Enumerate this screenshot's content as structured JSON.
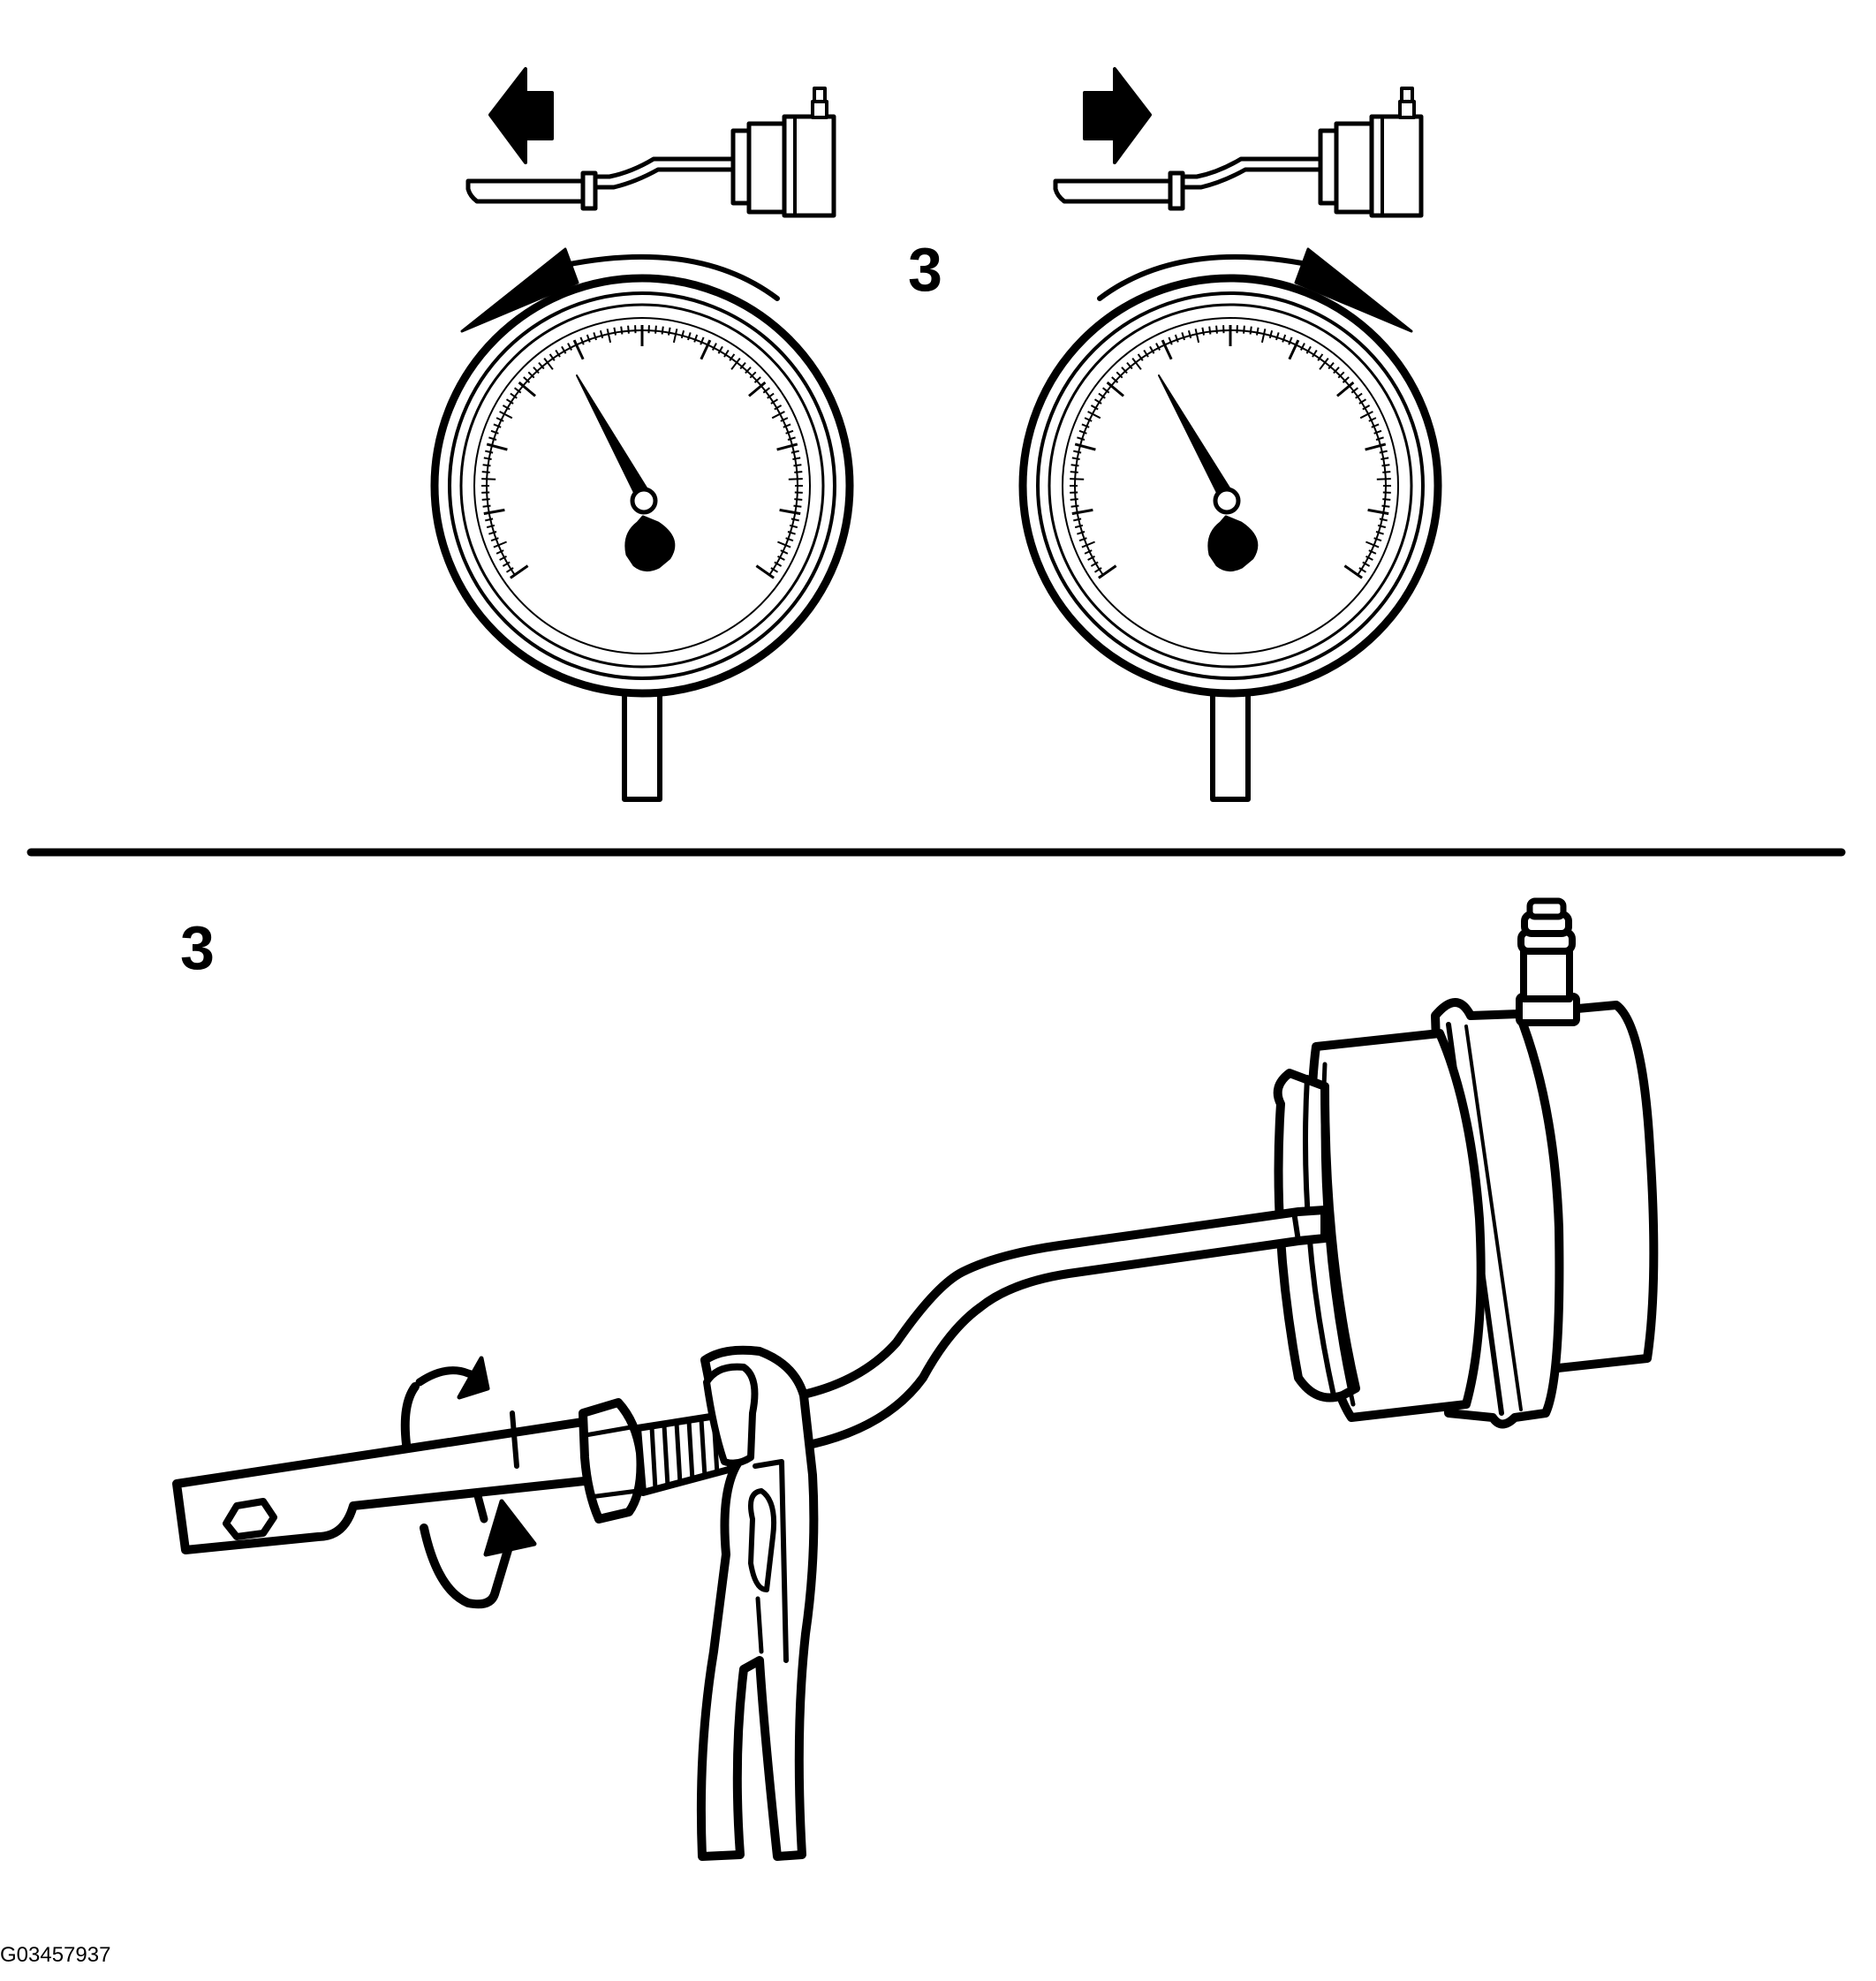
{
  "step_top": "3",
  "step_bottom": "3",
  "figure_id": "G03457937",
  "colors": {
    "ink": "#000000",
    "paper": "#ffffff"
  },
  "icons": [
    "arrow-left-icon",
    "arrow-right-icon",
    "rotate-counterclockwise-arrow-icon",
    "rotate-clockwise-arrow-icon",
    "rotate-both-directions-icon",
    "dial-gauge-icon",
    "wastegate-actuator-icon",
    "open-end-wrench-icon"
  ]
}
